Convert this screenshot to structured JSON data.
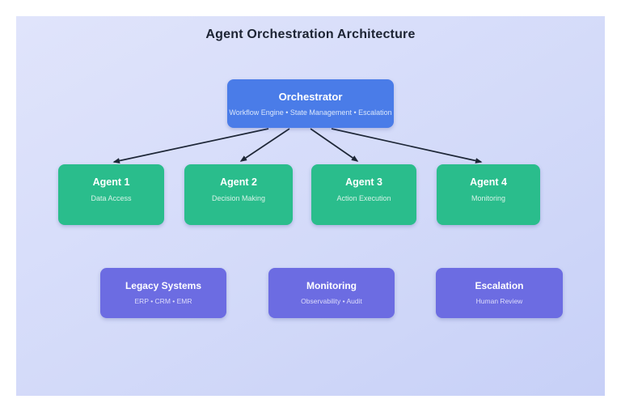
{
  "title": "Agent Orchestration Architecture",
  "nodes": {
    "orchestrator": {
      "title": "Orchestrator",
      "subtitle": "Workflow Engine • State Management • Escalation"
    },
    "agent1": {
      "title": "Agent 1",
      "subtitle": "Data Access"
    },
    "agent2": {
      "title": "Agent 2",
      "subtitle": "Decision Making"
    },
    "agent3": {
      "title": "Agent 3",
      "subtitle": "Action Execution"
    },
    "agent4": {
      "title": "Agent 4",
      "subtitle": "Monitoring"
    },
    "legacy": {
      "title": "Legacy Systems",
      "subtitle": "ERP • CRM • EMR"
    },
    "monitoring": {
      "title": "Monitoring",
      "subtitle": "Observability • Audit"
    },
    "escalation": {
      "title": "Escalation",
      "subtitle": "Human Review"
    }
  },
  "edges": [
    {
      "from": "orchestrator",
      "to": "agent1"
    },
    {
      "from": "orchestrator",
      "to": "agent2"
    },
    {
      "from": "orchestrator",
      "to": "agent3"
    },
    {
      "from": "orchestrator",
      "to": "agent4"
    }
  ],
  "colors": {
    "orchestrator_fill": "#4a7ce8",
    "agent_fill": "#2abd8c",
    "support_fill": "#6c6ce2",
    "arrow": "#1e2737",
    "title_text": "#1c2333",
    "canvas_gradient_top": "#e0e4fb",
    "canvas_gradient_bottom": "#c7d0f7"
  }
}
